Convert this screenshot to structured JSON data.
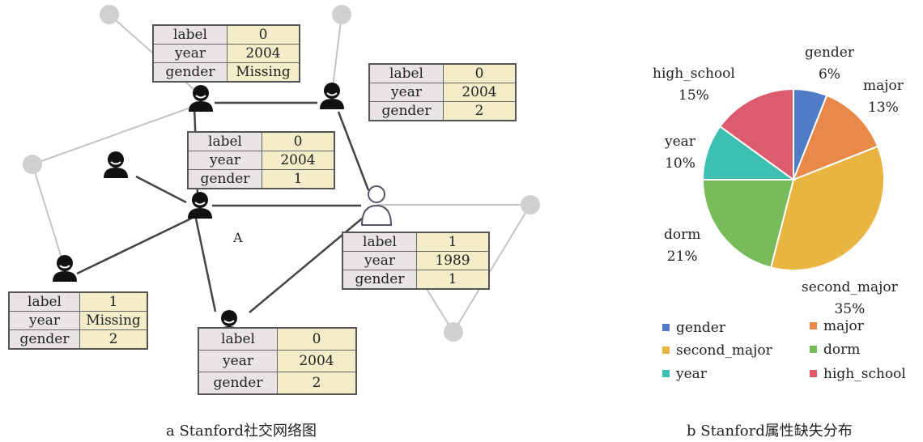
{
  "network": {
    "node_label": "A",
    "tables": [
      {
        "rows": [
          {
            "key": "label",
            "value": "0"
          },
          {
            "key": "year",
            "value": "2004"
          },
          {
            "key": "gender",
            "value": "Missing"
          }
        ]
      },
      {
        "rows": [
          {
            "key": "label",
            "value": "0"
          },
          {
            "key": "year",
            "value": "2004"
          },
          {
            "key": "gender",
            "value": "2"
          }
        ]
      },
      {
        "rows": [
          {
            "key": "label",
            "value": "0"
          },
          {
            "key": "year",
            "value": "2004"
          },
          {
            "key": "gender",
            "value": "1"
          }
        ]
      },
      {
        "rows": [
          {
            "key": "label",
            "value": "1"
          },
          {
            "key": "year",
            "value": "1989"
          },
          {
            "key": "gender",
            "value": "1"
          }
        ]
      },
      {
        "rows": [
          {
            "key": "label",
            "value": "1"
          },
          {
            "key": "year",
            "value": "Missing"
          },
          {
            "key": "gender",
            "value": "2"
          }
        ]
      },
      {
        "rows": [
          {
            "key": "label",
            "value": "0"
          },
          {
            "key": "year",
            "value": "2004"
          },
          {
            "key": "gender",
            "value": "2"
          }
        ]
      }
    ],
    "caption": "a Stanford社交网络图"
  },
  "chart_data": {
    "type": "pie",
    "title": "",
    "slices": [
      {
        "name": "gender",
        "value": 6,
        "label": "6%",
        "color": "#4f7cc4"
      },
      {
        "name": "major",
        "value": 13,
        "label": "13%",
        "color": "#e8894a"
      },
      {
        "name": "second_major",
        "value": 35,
        "label": "35%",
        "color": "#e9b43f"
      },
      {
        "name": "dorm",
        "value": 21,
        "label": "21%",
        "color": "#78bb5a"
      },
      {
        "name": "year",
        "value": 10,
        "label": "10%",
        "color": "#3dbfb1"
      },
      {
        "name": "high_school",
        "value": 15,
        "label": "15%",
        "color": "#dc5b6c"
      }
    ],
    "legend_placement": "bottom",
    "caption": "b Stanford属性缺失分布"
  }
}
